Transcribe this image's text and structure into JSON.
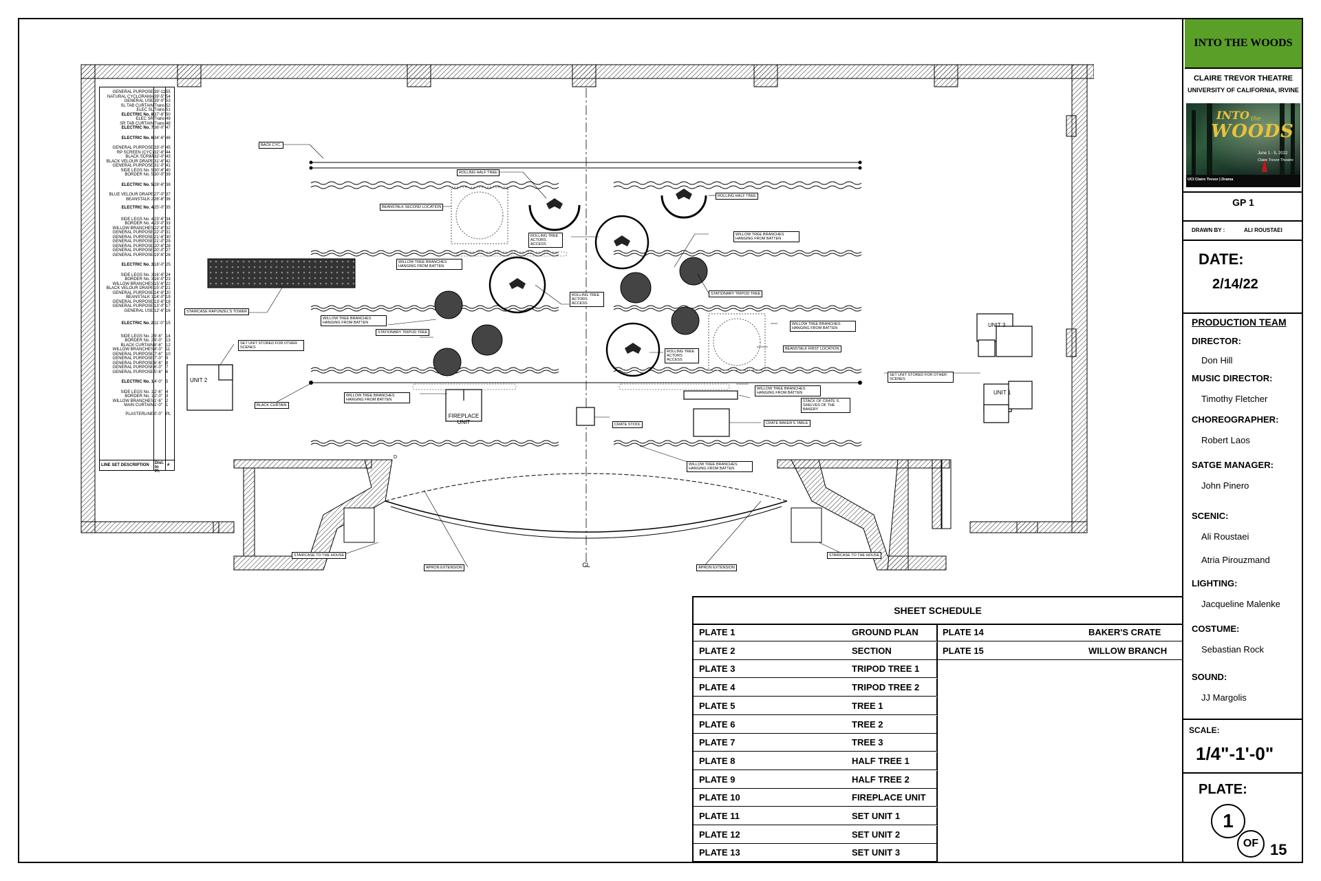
{
  "title_block": {
    "show_title": "INTO THE WOODS",
    "venue": "CLAIRE TREVOR THEATRE",
    "university": "UNIVERSITY OF CALIFORNIA, IRVINE",
    "poster": {
      "title_line1": "INTO",
      "title_line2": "the",
      "title_line3": "WOODS",
      "dates": "June 1 - 5, 2022",
      "theatre": "Claire Trevor Theatre",
      "school": "UCI Claire Trevor | Drama"
    },
    "drawing_code": "GP 1",
    "drawn_by_label": "DRAWN BY :",
    "drawn_by": "ALI ROUSTAEI",
    "date_label": "DATE:",
    "date": "2/14/22",
    "production_team_label": "PRODUCTION TEAM",
    "team": [
      {
        "role": "DIRECTOR:",
        "names": [
          "Don Hill"
        ]
      },
      {
        "role": "MUSIC DIRECTOR:",
        "names": [
          "Timothy Fletcher"
        ]
      },
      {
        "role": "CHOREOGRAPHER:",
        "names": [
          "Robert Laos"
        ]
      },
      {
        "role": "SATGE MANAGER:",
        "names": [
          "John Pinero"
        ]
      },
      {
        "role": "SCENIC:",
        "names": [
          "Ali Roustaei",
          "Atria Pirouzmand"
        ]
      },
      {
        "role": "LIGHTING:",
        "names": [
          "Jacqueline Malenke"
        ]
      },
      {
        "role": "COSTUME:",
        "names": [
          "Sebastian Rock"
        ]
      },
      {
        "role": "SOUND:",
        "names": [
          "JJ Margolis"
        ]
      }
    ],
    "scale_label": "SCALE:",
    "scale": "1/4\"-1'-0\"",
    "plate_label": "PLATE:",
    "plate_number": "1",
    "plate_of": "OF",
    "plate_total": "15"
  },
  "sheet_schedule": {
    "title": "SHEET SCHEDULE",
    "left": [
      {
        "plate": "PLATE 1",
        "name": "GROUND PLAN"
      },
      {
        "plate": "PLATE 2",
        "name": "SECTION"
      },
      {
        "plate": "PLATE 3",
        "name": "TRIPOD TREE 1"
      },
      {
        "plate": "PLATE 4",
        "name": "TRIPOD TREE 2"
      },
      {
        "plate": "PLATE 5",
        "name": "TREE 1"
      },
      {
        "plate": "PLATE 6",
        "name": "TREE 2"
      },
      {
        "plate": "PLATE 7",
        "name": "TREE 3"
      },
      {
        "plate": "PLATE 8",
        "name": "HALF TREE 1"
      },
      {
        "plate": "PLATE 9",
        "name": "HALF TREE 2"
      },
      {
        "plate": "PLATE 10",
        "name": "FIREPLACE UNIT"
      },
      {
        "plate": "PLATE 11",
        "name": "SET UNIT 1"
      },
      {
        "plate": "PLATE 12",
        "name": "SET UNIT 2"
      },
      {
        "plate": "PLATE 13",
        "name": "SET UNIT 3"
      }
    ],
    "right": [
      {
        "plate": "PLATE 14",
        "name": "BAKER'S CRATE"
      },
      {
        "plate": "PLATE 15",
        "name": "WILLOW BRANCH"
      }
    ]
  },
  "line_set": {
    "footer": {
      "description": "LINE SET DESCRIPTION",
      "dist": "Dist. to Pl.",
      "num": "#"
    },
    "rows": [
      {
        "d": "GENERAL PURPOSE",
        "dist": "39'-11\"",
        "n": "55"
      },
      {
        "d": "NATURAL CYCLORAMA",
        "dist": "39'-5\"",
        "n": "54"
      },
      {
        "d": "GENERAL USE",
        "dist": "39'-0\"",
        "n": "53"
      },
      {
        "d": "SL TAB CURTAIN",
        "dist": "Trans",
        "n": "52"
      },
      {
        "d": "ELEC SL",
        "dist": "Trans",
        "n": "51"
      },
      {
        "d": "ELECTRIC No. 8",
        "dist": "37'-6\"",
        "n": "50",
        "b": true
      },
      {
        "d": "ELEC SR",
        "dist": "Trans",
        "n": "49"
      },
      {
        "d": "SR TAB CURTAIN",
        "dist": "Trans",
        "n": "48"
      },
      {
        "d": "ELECTRIC No. 7",
        "dist": "36'-0\"",
        "n": "47",
        "b": true
      },
      {
        "d": "ELECTRIC No. 6",
        "dist": "34'-6\"",
        "n": "46",
        "b": true,
        "gap": 8
      },
      {
        "d": "GENERAL PURPOSE",
        "dist": "33'-0\"",
        "n": "45",
        "gap": 8
      },
      {
        "d": "RP SCREEN (CYC)",
        "dist": "32'-6\"",
        "n": "44"
      },
      {
        "d": "BLACK SCRIM",
        "dist": "32'-0\"",
        "n": "43"
      },
      {
        "d": "BLACK VELOUR DRAPE",
        "dist": "31'-6\"",
        "n": "42"
      },
      {
        "d": "GENERAL PURPOSE",
        "dist": "31'-0\"",
        "n": "41"
      },
      {
        "d": "SIDE LEGS No. 5",
        "dist": "30'-6\"",
        "n": "40"
      },
      {
        "d": "BORDER No. 5",
        "dist": "30'-0\"",
        "n": "39"
      },
      {
        "d": "ELECTRIC No. 5",
        "dist": "28'-6\"",
        "n": "38",
        "b": true,
        "gap": 8
      },
      {
        "d": "BLUE VELOUR DRAPE",
        "dist": "27'-0\"",
        "n": "37",
        "gap": 8
      },
      {
        "d": "BEANSTALK 2",
        "dist": "26'-6\"",
        "n": "36"
      },
      {
        "d": "ELECTRIC No. 4",
        "dist": "25'-0\"",
        "n": "35",
        "b": true,
        "gap": 6
      },
      {
        "d": "SIDE LEGS No. 4",
        "dist": "23'-6\"",
        "n": "34",
        "gap": 10
      },
      {
        "d": "BORDER No. 4",
        "dist": "23'-0\"",
        "n": "33"
      },
      {
        "d": "WILLOW BRANCHES",
        "dist": "22'-6\"",
        "n": "32"
      },
      {
        "d": "GENERAL PURPOSE",
        "dist": "22'-0\"",
        "n": "31"
      },
      {
        "d": "GENERAL PURPOSE",
        "dist": "21'-6\"",
        "n": "30"
      },
      {
        "d": "GENERAL PURPOSE",
        "dist": "21'-0\"",
        "n": "29"
      },
      {
        "d": "GENERAL PURPOSE",
        "dist": "20'-6\"",
        "n": "28"
      },
      {
        "d": "GENERAL PURPOSE",
        "dist": "20'-0\"",
        "n": "27"
      },
      {
        "d": "GENERAL PURPOSE",
        "dist": "19'-6\"",
        "n": "26"
      },
      {
        "d": "ELECTRIC No. 3",
        "dist": "18'-0\"",
        "n": "25",
        "b": true,
        "gap": 8
      },
      {
        "d": "SIDE LEGS No. 3",
        "dist": "16'-6\"",
        "n": "24",
        "gap": 8
      },
      {
        "d": "BORDER No. 3",
        "dist": "16'-0\"",
        "n": "23"
      },
      {
        "d": "WILLOW BRANCHES",
        "dist": "15'-6\"",
        "n": "22"
      },
      {
        "d": "BLACK VELOUR DRAPE",
        "dist": "15'-0\"",
        "n": "21"
      },
      {
        "d": "GENERAL PURPOSE",
        "dist": "14'-6\"",
        "n": "20"
      },
      {
        "d": "BEANSTALK 1",
        "dist": "14'-0\"",
        "n": "19"
      },
      {
        "d": "GENERAL PURPOSE",
        "dist": "13'-6\"",
        "n": "18"
      },
      {
        "d": "GENERAL PURPOSE",
        "dist": "13'-0\"",
        "n": "17"
      },
      {
        "d": "GENERAL USE",
        "dist": "12'-6\"",
        "n": "16"
      },
      {
        "d": "ELECTRIC No. 2",
        "dist": "11'-0\"",
        "n": "15",
        "b": true,
        "gap": 12
      },
      {
        "d": "SIDE LEGS No. 2",
        "dist": "9'-6\"",
        "n": "14",
        "gap": 12
      },
      {
        "d": "BORDER No. 2",
        "dist": "9'-0\"",
        "n": "13"
      },
      {
        "d": "BLACK CURTAIN",
        "dist": "8'-6\"",
        "n": "12"
      },
      {
        "d": "WILLOW BRANCHES",
        "dist": "8'-0\"",
        "n": "11"
      },
      {
        "d": "GENERAL PURPOSE",
        "dist": "7'-6\"",
        "n": "10"
      },
      {
        "d": "GENERAL PURPOSE",
        "dist": "7'-0\"",
        "n": "9"
      },
      {
        "d": "GENERAL PURPOSE",
        "dist": "6'-6\"",
        "n": "8"
      },
      {
        "d": "GENERAL PURPOSE",
        "dist": "6'-0\"",
        "n": "7"
      },
      {
        "d": "GENERAL PURPOSE",
        "dist": "5'-6\"",
        "n": "6"
      },
      {
        "d": "ELECTRIC No. 1",
        "dist": "4'-0\"",
        "n": "5",
        "b": true,
        "gap": 8
      },
      {
        "d": "SIDE LEGS No. 1",
        "dist": "2'-6\"",
        "n": "4",
        "gap": 8
      },
      {
        "d": "BORDER No. 1",
        "dist": "2'-0\"",
        "n": "3"
      },
      {
        "d": "WILLOW BRANCHES",
        "dist": "1'-6\"",
        "n": "2"
      },
      {
        "d": "MAIN CURTAIN",
        "dist": "1'-0\"",
        "n": "1"
      },
      {
        "d": "PLASTERLINE",
        "dist": "0'-0\"",
        "n": "PL",
        "gap": 6
      }
    ]
  },
  "plan_labels": {
    "back_cyc": "BACK CYC.",
    "rolling_half_tree_1": "ROLLING HALF TREE",
    "rolling_half_tree_2": "ROLLING HALF TREE",
    "beanstalk_second": "BEANSTALK SECOND LOCATION",
    "beanstalk_first": "BEANSTALK FIRST LOCATION",
    "rolling_tree_1": "ROLLING TREE ACTORS ACCESS",
    "rolling_tree_2": "ROLLING TREE ACTORS ACCESS",
    "rolling_tree_3": "ROLLING TREE ACTORS ACCESS",
    "willow_1": "WILLOW TREE BRANCHES HANGING FROM BATTEN",
    "willow_2": "WILLOW TREE BRANCHES HANGING FROM BATTEN",
    "willow_3": "WILLOW TREE BRANCHES HANGING FROM BATTEN",
    "willow_4": "WILLOW TREE BRANCHES HANGING FROM BATTEN",
    "willow_5": "WILLOW TREE BRANCHES HANGING FROM BATTEN",
    "willow_6": "WILLOW TREE BRANCHES HANGING FROM BATTEN",
    "willow_7": "WILLOW TREE BRANCHES HANGING FROM BATTEN",
    "stationary_tripod_1": "STATIONARY TRIPOD TREE",
    "stationary_tripod_2": "STATIONARY TRIPOD TREE",
    "staircase_tower": "STAIRCASE RAPUNZEL'S TOWER",
    "set_unit_stored_1": "SET UNIT STORED FOR OTHER SCENES",
    "set_unit_stored_2": "SET UNIT STORED FOR OTHER SCENES",
    "unit1": "UNIT 1",
    "unit2": "UNIT 2",
    "unit3": "UNIT 3",
    "black_curtain": "BLACK CURTAIN",
    "fireplace_1": "FIREPLACE",
    "fireplace_2": "UNIT",
    "crate_stool": "CRATE STOOL",
    "crate_bakers_table": "CRATE BAKER'S TABLE",
    "stack_of_crates": "STACK OF CRATE S. SHELVES OF THE BAKERY",
    "staircase_house_1": "STAIRCASE TO THE HOUSE",
    "staircase_house_2": "STAIRCASE TO THE HOUSE",
    "apron_1": "APRON EXTENSION",
    "apron_2": "APRON EXTENSION",
    "cl": "CL",
    "d": "D"
  },
  "colors": {
    "title_green": "#5aa028",
    "poster_dark": "#1c3a2a",
    "wall_hatch": "#444444"
  }
}
